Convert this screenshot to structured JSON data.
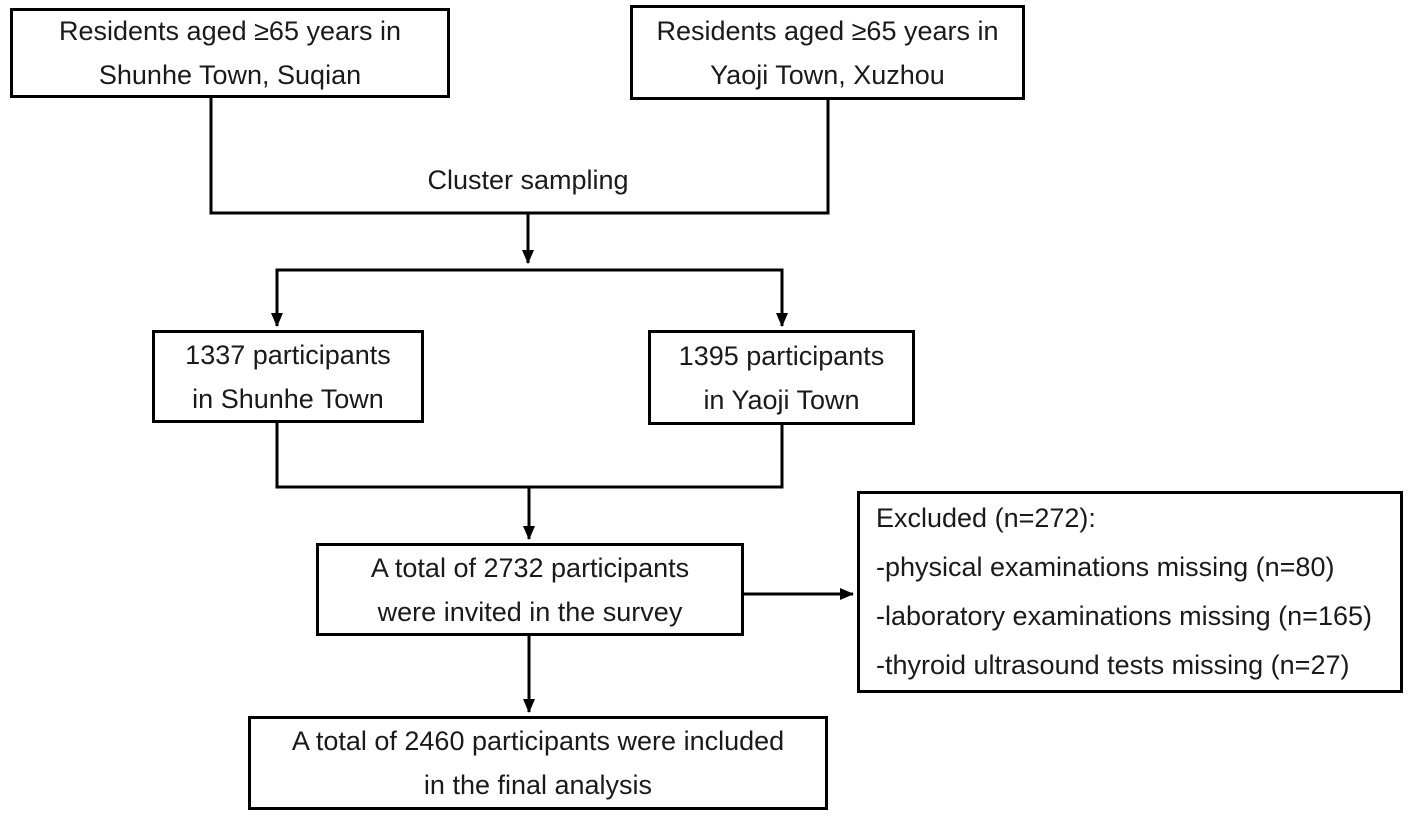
{
  "diagram": {
    "type": "study-flowchart",
    "colors": {
      "line": "#000000",
      "border": "#000000",
      "background": "#ffffff",
      "text": "#1a1a1a"
    },
    "labels": {
      "cluster_sampling": "Cluster sampling"
    },
    "nodes": {
      "source_left": {
        "lines": [
          "Residents aged ≥65 years in",
          "Shunhe Town, Suqian"
        ]
      },
      "source_right": {
        "lines": [
          "Residents aged ≥65 years in",
          "Yaoji Town, Xuzhou"
        ]
      },
      "participants_left": {
        "lines": [
          "1337 participants",
          "in Shunhe Town"
        ]
      },
      "participants_right": {
        "lines": [
          "1395 participants",
          "in Yaoji Town"
        ]
      },
      "invited": {
        "lines": [
          "A total of 2732 participants",
          "were invited in the survey"
        ]
      },
      "excluded": {
        "lines": [
          "Excluded (n=272):",
          "-physical examinations missing (n=80)",
          "-laboratory examinations missing (n=165)",
          "-thyroid ultrasound tests missing (n=27)"
        ]
      },
      "final": {
        "lines": [
          "A total of 2460 participants were included",
          "in the final analysis"
        ]
      }
    },
    "counts": {
      "shunhe_participants": 1337,
      "yaoji_participants": 1395,
      "invited_total": 2732,
      "excluded_total": 272,
      "excluded_physical": 80,
      "excluded_laboratory": 165,
      "excluded_thyroid": 27,
      "final_total": 2460
    }
  }
}
